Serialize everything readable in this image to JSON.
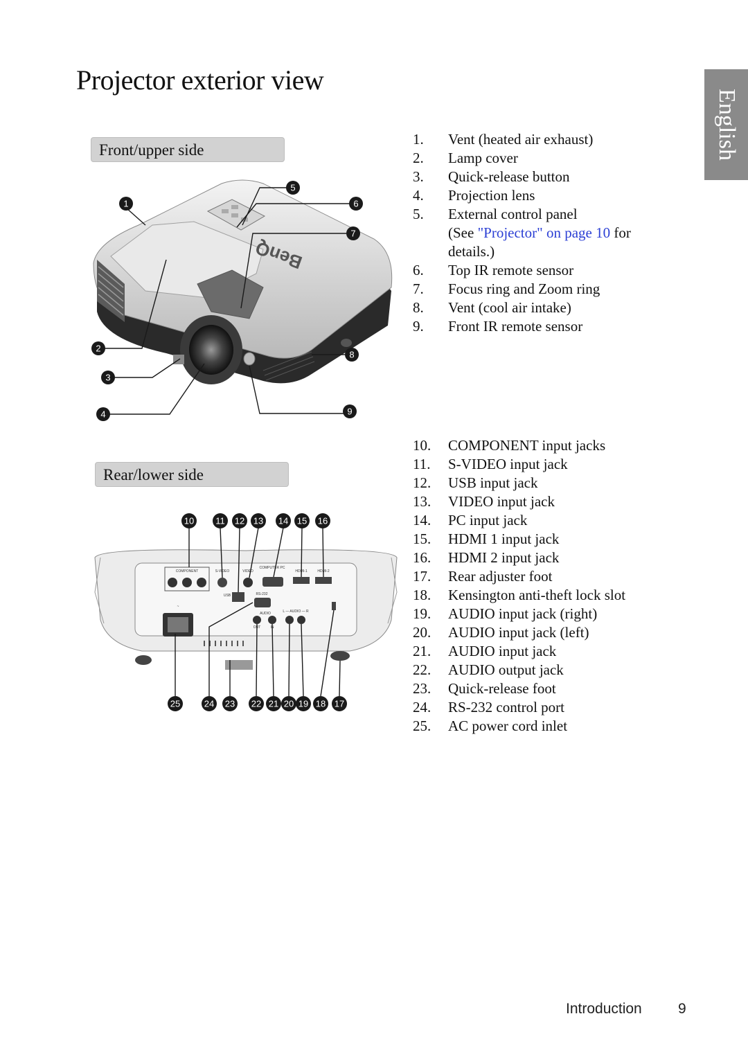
{
  "page": {
    "title": "Projector exterior view",
    "side_tab": "English"
  },
  "front_section": {
    "heading": "Front/upper side",
    "callouts": [
      "1",
      "2",
      "3",
      "4",
      "5",
      "6",
      "7",
      "8",
      "9"
    ],
    "brand_mark": "BenQ"
  },
  "rear_section": {
    "heading": "Rear/lower side",
    "callouts_top": [
      "10",
      "11",
      "12",
      "13",
      "14",
      "15",
      "16"
    ],
    "callouts_bottom": [
      "25",
      "24",
      "23",
      "22",
      "21",
      "20",
      "19",
      "18",
      "17"
    ],
    "port_labels": {
      "component": "COMPONENT",
      "svideo": "S-VIDEO",
      "video": "VIDEO",
      "pc": "COMPUTER PC",
      "hdmi1": "HDMI-1",
      "hdmi2": "HDMI-2",
      "usb": "USB",
      "rs232": "RS-232",
      "audio": "AUDIO",
      "audio_lr": "L — AUDIO — R",
      "out": "OUT",
      "in": "IN",
      "ac": "~"
    }
  },
  "front_items": [
    {
      "num": "1.",
      "text": "Vent (heated air exhaust)"
    },
    {
      "num": "2.",
      "text": "Lamp cover"
    },
    {
      "num": "3.",
      "text": "Quick-release button"
    },
    {
      "num": "4.",
      "text": "Projection lens"
    },
    {
      "num": "5.",
      "text": "External control panel"
    }
  ],
  "item5_note": {
    "before": "(See ",
    "link": "\"Projector\" on page 10",
    "after": " for",
    "line2": "details.)"
  },
  "front_items_b": [
    {
      "num": "6.",
      "text": "Top IR remote sensor"
    },
    {
      "num": "7.",
      "text": "Focus ring and Zoom ring"
    },
    {
      "num": "8.",
      "text": "Vent (cool air intake)"
    },
    {
      "num": "9.",
      "text": "Front IR remote sensor"
    }
  ],
  "rear_items": [
    {
      "num": "10.",
      "text": "COMPONENT input jacks"
    },
    {
      "num": "11.",
      "text": "S-VIDEO input jack"
    },
    {
      "num": "12.",
      "text": "USB input jack"
    },
    {
      "num": "13.",
      "text": "VIDEO input jack"
    },
    {
      "num": "14.",
      "text": "PC input jack"
    },
    {
      "num": "15.",
      "text": "HDMI 1 input jack"
    },
    {
      "num": "16.",
      "text": "HDMI 2 input jack"
    },
    {
      "num": "17.",
      "text": "Rear adjuster foot"
    },
    {
      "num": "18.",
      "text": "Kensington anti-theft lock slot"
    },
    {
      "num": "19.",
      "text": "AUDIO input jack (right)"
    },
    {
      "num": "20.",
      "text": "AUDIO input jack (left)"
    },
    {
      "num": "21.",
      "text": "AUDIO input jack"
    },
    {
      "num": "22.",
      "text": "AUDIO output jack"
    },
    {
      "num": "23.",
      "text": "Quick-release foot"
    },
    {
      "num": "24.",
      "text": "RS-232 control port"
    },
    {
      "num": "25.",
      "text": "AC power cord inlet"
    }
  ],
  "footer": {
    "section": "Introduction",
    "page_number": "9"
  }
}
